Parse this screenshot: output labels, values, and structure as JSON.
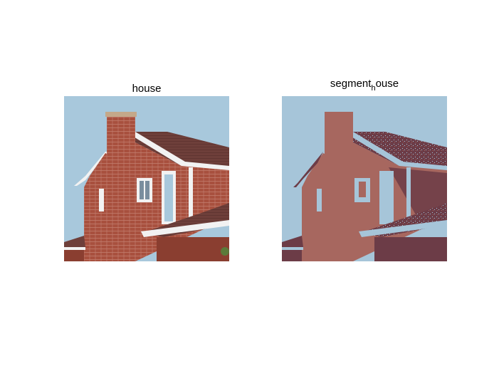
{
  "figure": {
    "left_title": "house",
    "right_title_main": "segment",
    "right_title_sub": "h",
    "right_title_tail": "ouse"
  },
  "colors": {
    "sky": "#a8c8dc",
    "brick": "#a8503e",
    "brick_dark": "#8a3e30",
    "roof": "#6e3f3a",
    "trim": "#f2f2f2",
    "seg_sky": "#a6c5d9",
    "seg_wall": "#a7675f",
    "seg_dark": "#6c3c47",
    "top_rule": "#d6a6c8"
  }
}
